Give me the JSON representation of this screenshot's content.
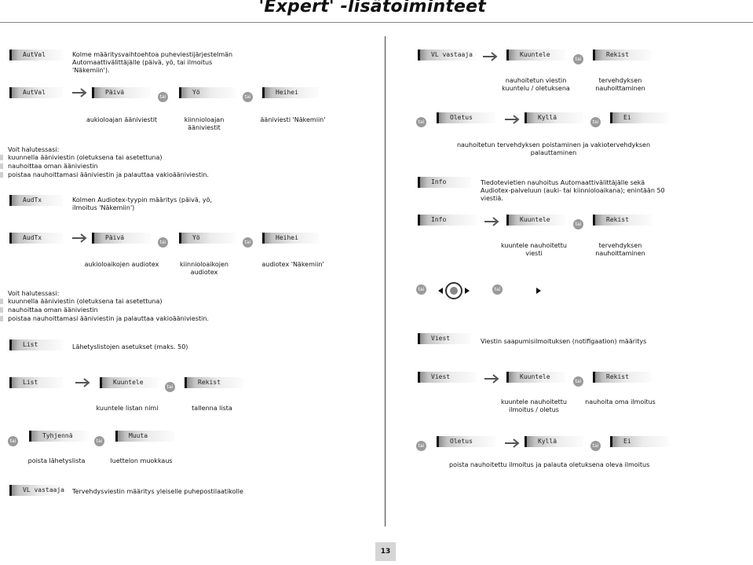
{
  "page": {
    "title": "'Expert' -lisätoiminteet",
    "number": "13"
  },
  "or_label": "tai",
  "keys": {
    "autval": "AutVal",
    "paiva": "Päivä",
    "yo": "Yö",
    "heihei": "Heihei",
    "audtx": "AudTx",
    "list": "List",
    "kuuntele": "Kuuntele",
    "rekist": "Rekist",
    "tyhjenna": "Tyhjennä",
    "muuta": "Muuta",
    "vl_vastaaja": "VL vastaaja",
    "oletus": "Oletus",
    "kylla": "Kyllä",
    "ei": "Ei",
    "info": "Info",
    "viest": "Viest"
  },
  "left": {
    "autval_desc": "Kolme määritysvaihtoehtoa puheviestijärjestelmän Automaattivälittäjälle (päivä, yö, tai ilmoitus 'Näkemiin').",
    "autval_labels": {
      "paiva": "aukioloajan ääniviestit",
      "yo": "kiinnioloajan ääniviestit",
      "heihei": "ääniviesti 'Näkemiin'"
    },
    "options_title_1": "Voit halutessasi:",
    "options_1": [
      "kuunnella ääniviestin (oletuksena tai asetettuna)",
      "nauhoittaa oman ääniviestin",
      "poistaa nauhoittamasi ääniviestin ja palauttaa vakioääniviestin."
    ],
    "audtx_desc": "Kolmen Audiotex-tyypin määritys (päivä, yö, ilmoitus 'Näkemiin')",
    "audtx_labels": {
      "paiva": "aukioloaikojen audiotex",
      "yo": "kiinnioloaikojen audiotex",
      "heihei": "audiotex 'Näkemiin'"
    },
    "options_title_2": "Voit halutessasi:",
    "options_2": [
      "kuunnella ääniviestin (oletuksena tai asetettuna)",
      "nauhoittaa oman ääniviestin",
      "poistaa nauhoittamasi ääniviestin ja palauttaa vakioääniviestin."
    ],
    "list_desc": "Lähetyslistojen asetukset (maks. 50)",
    "list_labels": {
      "kuuntele": "kuuntele listan nimi",
      "rekist": "tallenna lista"
    },
    "list_labels2": {
      "tyhjenna": "poista lähetyslista",
      "muuta": "luettelon muokkaus"
    },
    "vl_desc": "Tervehdysviestin määritys yleiselle puhepostilaatikolle"
  },
  "right": {
    "vl_labels": {
      "kuuntele": "nauhoitetun viestin kuuntelu / oletuksena",
      "rekist": "tervehdyksen nauhoittaminen"
    },
    "vl_oletus_desc": "nauhoitetun tervehdyksen poistaminen ja vakiotervehdyksen palauttaminen",
    "info_desc": "Tiedotevietien nauhoitus Automaattivälittäjälle sekä Audiotex-palveluun (auki- tai kiinnioloaikana); enintään 50 viestiä.",
    "info_labels": {
      "kuuntele": "kuuntele nauhoitettu viesti",
      "rekist": "tervehdyksen nauhoittaminen"
    },
    "viest_desc": "Viestin saapumisilmoituksen (notifigaation) määritys",
    "viest_labels": {
      "kuuntele": "kuuntele nauhoitettu ilmoitus / oletus",
      "rekist": "nauhoita oma ilmoitus"
    },
    "viest_oletus_desc": "poista nauhoitettu ilmoitus ja palauta oletuksena oleva ilmoitus"
  }
}
